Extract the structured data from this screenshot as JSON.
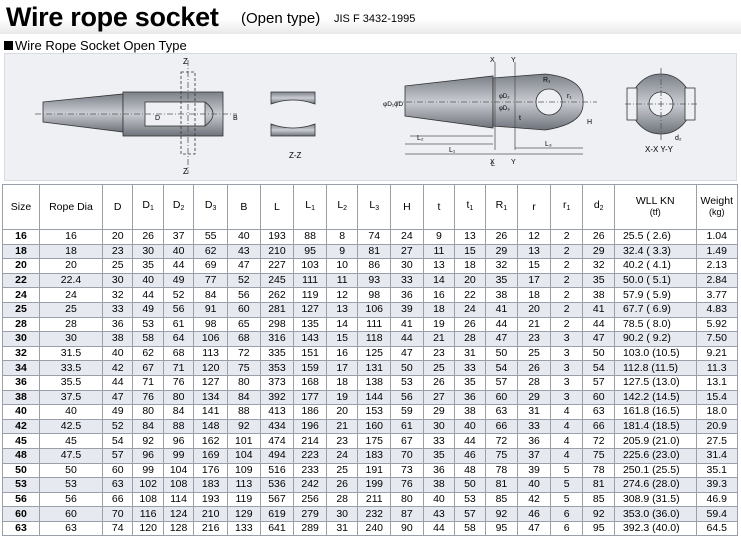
{
  "title": {
    "main": "Wire rope socket",
    "sub": "(Open type)",
    "standard": "JIS F 3432-1995"
  },
  "section_heading": "Wire Rope Socket Open Type",
  "drawing_labels": {
    "z1": "Z",
    "z2": "Z",
    "zz": "Z-Z",
    "x1": "X",
    "y1": "Y",
    "x2": "X",
    "y2": "Y",
    "xxyy": "X-X Y-Y",
    "B": "B",
    "D": "D",
    "D1D": "φD₁φD",
    "D2": "φD₂",
    "D3": "φD₃",
    "R1": "R₁",
    "r1": "r₁",
    "t": "t",
    "H": "H",
    "L": "L",
    "L1": "L₁",
    "L2": "L₂",
    "L3": "L₃",
    "d2": "d₂"
  },
  "table": {
    "headers": [
      {
        "main": "Size",
        "sub": ""
      },
      {
        "main": "Rope Dia",
        "sub": ""
      },
      {
        "main": "D",
        "sub": ""
      },
      {
        "main": "D",
        "sub": "1"
      },
      {
        "main": "D",
        "sub": "2"
      },
      {
        "main": "D",
        "sub": "3"
      },
      {
        "main": "B",
        "sub": ""
      },
      {
        "main": "L",
        "sub": ""
      },
      {
        "main": "L",
        "sub": "1"
      },
      {
        "main": "L",
        "sub": "2"
      },
      {
        "main": "L",
        "sub": "3"
      },
      {
        "main": "H",
        "sub": ""
      },
      {
        "main": "t",
        "sub": ""
      },
      {
        "main": "t",
        "sub": "1"
      },
      {
        "main": "R",
        "sub": "1"
      },
      {
        "main": "r",
        "sub": ""
      },
      {
        "main": "r",
        "sub": "1"
      },
      {
        "main": "d",
        "sub": "2"
      }
    ],
    "wll_header": {
      "line1": "WLL KN",
      "line2": "(tf)"
    },
    "weight_header": {
      "line1": "Weight",
      "line2": "(kg)"
    },
    "rows": [
      [
        "16",
        "16",
        "20",
        "26",
        "37",
        "55",
        "40",
        "193",
        "88",
        "8",
        "74",
        "24",
        "9",
        "13",
        "26",
        "12",
        "2",
        "26",
        "25.5 ( 2.6)",
        "1.04"
      ],
      [
        "18",
        "18",
        "23",
        "30",
        "40",
        "62",
        "43",
        "210",
        "95",
        "9",
        "81",
        "27",
        "11",
        "15",
        "29",
        "13",
        "2",
        "29",
        "32.4 ( 3.3)",
        "1.49"
      ],
      [
        "20",
        "20",
        "25",
        "35",
        "44",
        "69",
        "47",
        "227",
        "103",
        "10",
        "86",
        "30",
        "13",
        "18",
        "32",
        "15",
        "2",
        "32",
        "40.2 ( 4.1)",
        "2.13"
      ],
      [
        "22",
        "22.4",
        "30",
        "40",
        "49",
        "77",
        "52",
        "245",
        "111",
        "11",
        "93",
        "33",
        "14",
        "20",
        "35",
        "17",
        "2",
        "35",
        "50.0 ( 5.1)",
        "2.84"
      ],
      [
        "24",
        "24",
        "32",
        "44",
        "52",
        "84",
        "56",
        "262",
        "119",
        "12",
        "98",
        "36",
        "16",
        "22",
        "38",
        "18",
        "2",
        "38",
        "57.9 ( 5.9)",
        "3.77"
      ],
      [
        "25",
        "25",
        "33",
        "49",
        "56",
        "91",
        "60",
        "281",
        "127",
        "13",
        "106",
        "39",
        "18",
        "24",
        "41",
        "20",
        "2",
        "41",
        "67.7 ( 6.9)",
        "4.83"
      ],
      [
        "28",
        "28",
        "36",
        "53",
        "61",
        "98",
        "65",
        "298",
        "135",
        "14",
        "111",
        "41",
        "19",
        "26",
        "44",
        "21",
        "2",
        "44",
        "78.5 ( 8.0)",
        "5.92"
      ],
      [
        "30",
        "30",
        "38",
        "58",
        "64",
        "106",
        "68",
        "316",
        "143",
        "15",
        "118",
        "44",
        "21",
        "28",
        "47",
        "23",
        "3",
        "47",
        "90.2 ( 9.2)",
        "7.50"
      ],
      [
        "32",
        "31.5",
        "40",
        "62",
        "68",
        "113",
        "72",
        "335",
        "151",
        "16",
        "125",
        "47",
        "23",
        "31",
        "50",
        "25",
        "3",
        "50",
        "103.0 (10.5)",
        "9.21"
      ],
      [
        "34",
        "33.5",
        "42",
        "67",
        "71",
        "120",
        "75",
        "353",
        "159",
        "17",
        "131",
        "50",
        "25",
        "33",
        "54",
        "26",
        "3",
        "54",
        "112.8 (11.5)",
        "11.3"
      ],
      [
        "36",
        "35.5",
        "44",
        "71",
        "76",
        "127",
        "80",
        "373",
        "168",
        "18",
        "138",
        "53",
        "26",
        "35",
        "57",
        "28",
        "3",
        "57",
        "127.5 (13.0)",
        "13.1"
      ],
      [
        "38",
        "37.5",
        "47",
        "76",
        "80",
        "134",
        "84",
        "392",
        "177",
        "19",
        "144",
        "56",
        "27",
        "36",
        "60",
        "29",
        "3",
        "60",
        "142.2 (14.5)",
        "15.4"
      ],
      [
        "40",
        "40",
        "49",
        "80",
        "84",
        "141",
        "88",
        "413",
        "186",
        "20",
        "153",
        "59",
        "29",
        "38",
        "63",
        "31",
        "4",
        "63",
        "161.8 (16.5)",
        "18.0"
      ],
      [
        "42",
        "42.5",
        "52",
        "84",
        "88",
        "148",
        "92",
        "434",
        "196",
        "21",
        "160",
        "61",
        "30",
        "40",
        "66",
        "33",
        "4",
        "66",
        "181.4 (18.5)",
        "20.9"
      ],
      [
        "45",
        "45",
        "54",
        "92",
        "96",
        "162",
        "101",
        "474",
        "214",
        "23",
        "175",
        "67",
        "33",
        "44",
        "72",
        "36",
        "4",
        "72",
        "205.9 (21.0)",
        "27.5"
      ],
      [
        "48",
        "47.5",
        "57",
        "96",
        "99",
        "169",
        "104",
        "494",
        "223",
        "24",
        "183",
        "70",
        "35",
        "46",
        "75",
        "37",
        "4",
        "75",
        "225.6 (23.0)",
        "31.4"
      ],
      [
        "50",
        "50",
        "60",
        "99",
        "104",
        "176",
        "109",
        "516",
        "233",
        "25",
        "191",
        "73",
        "36",
        "48",
        "78",
        "39",
        "5",
        "78",
        "250.1 (25.5)",
        "35.1"
      ],
      [
        "53",
        "53",
        "63",
        "102",
        "108",
        "183",
        "113",
        "536",
        "242",
        "26",
        "199",
        "76",
        "38",
        "50",
        "81",
        "40",
        "5",
        "81",
        "274.6 (28.0)",
        "39.3"
      ],
      [
        "56",
        "56",
        "66",
        "108",
        "114",
        "193",
        "119",
        "567",
        "256",
        "28",
        "211",
        "80",
        "40",
        "53",
        "85",
        "42",
        "5",
        "85",
        "308.9 (31.5)",
        "46.9"
      ],
      [
        "60",
        "60",
        "70",
        "116",
        "124",
        "210",
        "129",
        "619",
        "279",
        "30",
        "232",
        "87",
        "43",
        "57",
        "92",
        "46",
        "6",
        "92",
        "353.0 (36.0)",
        "59.4"
      ],
      [
        "63",
        "63",
        "74",
        "120",
        "128",
        "216",
        "133",
        "641",
        "289",
        "31",
        "240",
        "90",
        "44",
        "58",
        "95",
        "47",
        "6",
        "95",
        "392.3 (40.0)",
        "64.5"
      ]
    ]
  }
}
